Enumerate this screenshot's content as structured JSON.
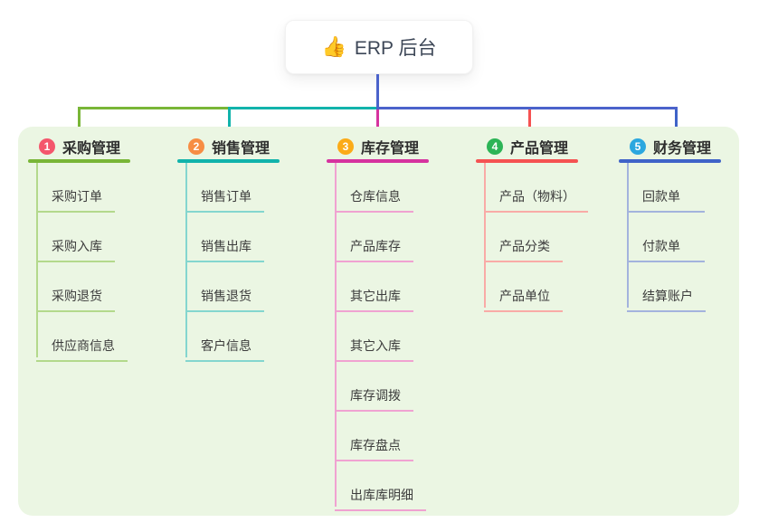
{
  "root": {
    "label": "ERP 后台",
    "icon_glyph": "👍"
  },
  "panel": {
    "bg_color": "#ebf6e3"
  },
  "connector": {
    "trunk_color": "#4b63cb"
  },
  "branches": [
    {
      "number": "1",
      "title": "采购管理",
      "badge_color": "#f4566c",
      "line_color": "#79b637",
      "soft_line_color": "#b3d98c",
      "children": [
        "采购订单",
        "采购入库",
        "采购退货",
        "供应商信息"
      ]
    },
    {
      "number": "2",
      "title": "销售管理",
      "badge_color": "#f78d44",
      "line_color": "#11b3ab",
      "soft_line_color": "#84d6cf",
      "children": [
        "销售订单",
        "销售出库",
        "销售退货",
        "客户信息"
      ]
    },
    {
      "number": "3",
      "title": "库存管理",
      "badge_color": "#fbab18",
      "line_color": "#d6339f",
      "soft_line_color": "#f0a2d1",
      "children": [
        "仓库信息",
        "产品库存",
        "其它出库",
        "其它入库",
        "库存调拨",
        "库存盘点",
        "出库库明细"
      ]
    },
    {
      "number": "4",
      "title": "产品管理",
      "badge_color": "#2cb456",
      "line_color": "#f55252",
      "soft_line_color": "#f9aba7",
      "children": [
        "产品（物料）",
        "产品分类",
        "产品单位"
      ]
    },
    {
      "number": "5",
      "title": "财务管理",
      "badge_color": "#2ba7df",
      "line_color": "#3f63c8",
      "soft_line_color": "#a3b3dd",
      "children": [
        "回款单",
        "付款单",
        "结算账户"
      ]
    }
  ]
}
